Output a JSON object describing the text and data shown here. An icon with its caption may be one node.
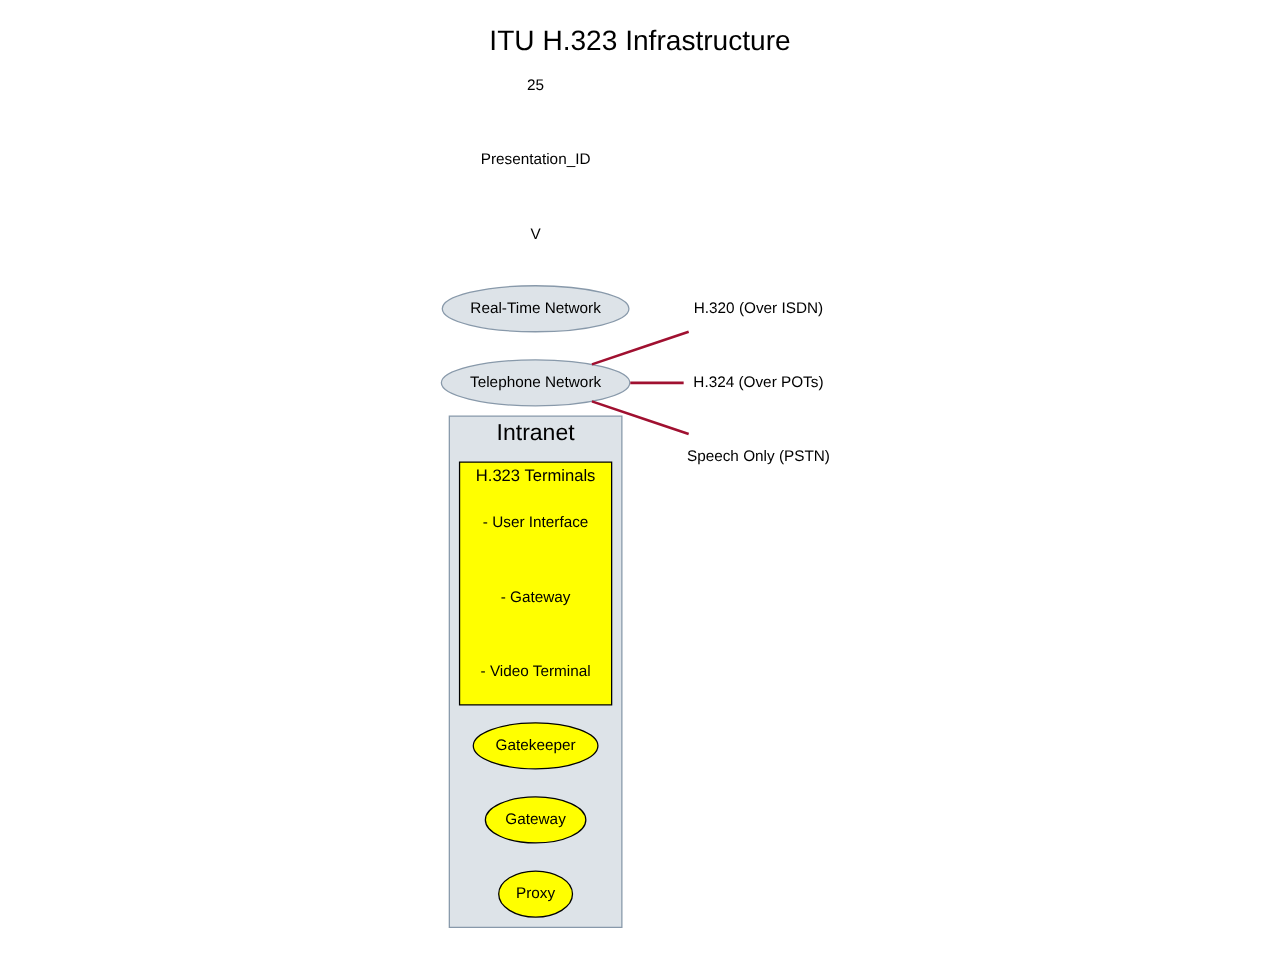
{
  "diagram": {
    "title": "ITU H.323 Infrastructure",
    "nodes": [
      {
        "text": [
          "Intranet"
        ]
      },
      {
        "text": [
          "H.323 Terminals"
        ],
        "in": 0
      },
      {
        "text": [
          "- User Interface"
        ],
        "in": 1
      },
      {
        "text": [
          "- Gateway"
        ],
        "in": 1
      },
      {
        "text": [
          "- Video Terminal"
        ],
        "in": 1
      },
      {
        "text": [
          "Gatekeeper"
        ],
        "in": 0
      },
      {
        "text": [
          "Gateway"
        ],
        "in": 0
      },
      {
        "text": [
          "Proxy"
        ],
        "in": 0
      },
      {
        "text": [
          "Telephone Network"
        ]
      },
      {
        "text": [
          "Real-Time Network"
        ]
      },
      {
        "text": [
          "H.320 (Over ISDN)"
        ]
      },
      {
        "text": [
          "H.324 (Over POTs)"
        ]
      },
      {
        "text": [
          "Speech Only (PSTN)"
        ]
      }
    ],
    "edges": [
      {
        "from": 8,
        "to": 10,
        "arrow": "none"
      },
      {
        "from": 8,
        "to": 11,
        "arrow": "none"
      },
      {
        "from": 8,
        "to": 12,
        "arrow": "none"
      }
    ],
    "labels": [
      "V",
      "Presentation_ID",
      "25"
    ]
  }
}
